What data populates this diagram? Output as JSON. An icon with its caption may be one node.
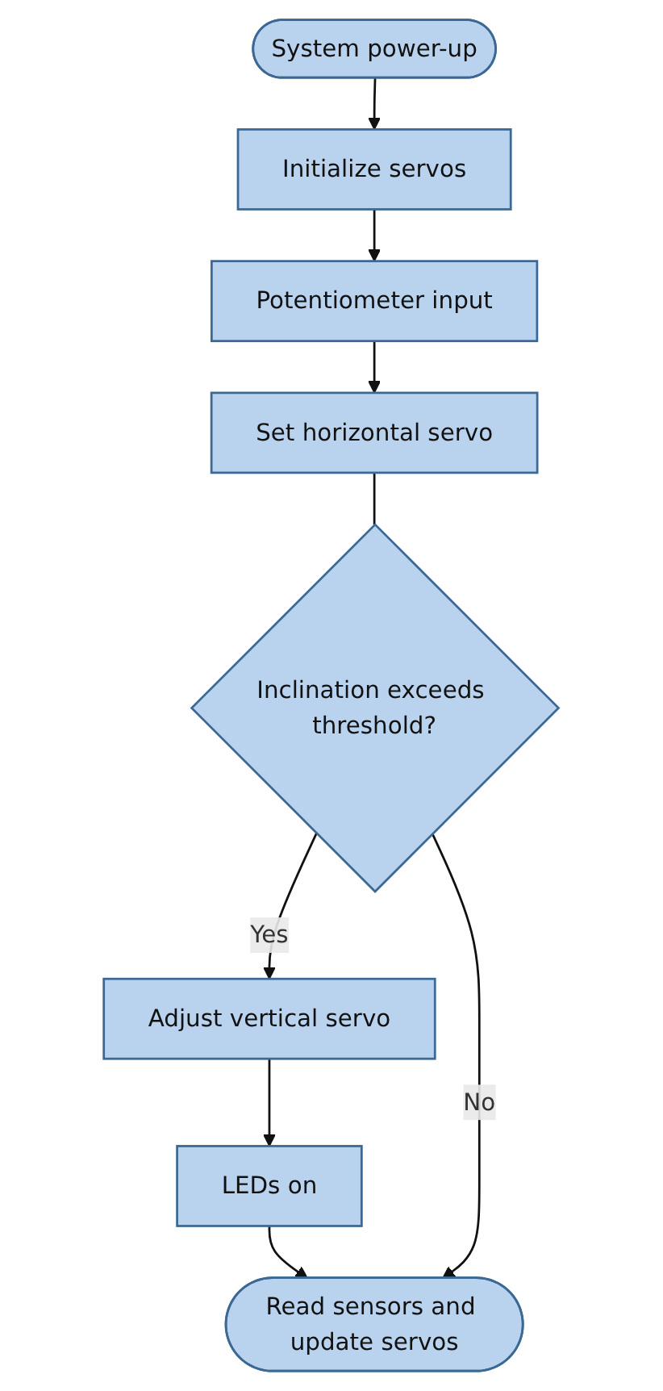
{
  "diagram": {
    "nodes": [
      {
        "text": [
          "System power-up"
        ]
      },
      {
        "text": [
          "Initialize servos"
        ]
      },
      {
        "text": [
          "Potentiometer input"
        ]
      },
      {
        "text": [
          "Set horizontal servo"
        ]
      },
      {
        "text": [
          "Inclination exceeds threshold?"
        ]
      },
      {
        "text": [
          "Adjust vertical servo"
        ]
      },
      {
        "text": [
          "LEDs on"
        ]
      },
      {
        "text": [
          "Read sensors and update servos"
        ]
      }
    ],
    "edges": [
      {
        "from": 0,
        "to": 1,
        "arrow": "to"
      },
      {
        "from": 1,
        "to": 2,
        "arrow": "to"
      },
      {
        "from": 2,
        "to": 3,
        "arrow": "to"
      },
      {
        "from": 3,
        "to": 4,
        "arrow": "none"
      },
      {
        "from": 4,
        "to": 5,
        "arrow": "to",
        "label": "Yes"
      },
      {
        "from": 5,
        "to": 6,
        "arrow": "to"
      },
      {
        "from": 6,
        "to": 7,
        "arrow": "to"
      },
      {
        "from": 4,
        "to": 7,
        "arrow": "to",
        "label": "No"
      }
    ]
  }
}
